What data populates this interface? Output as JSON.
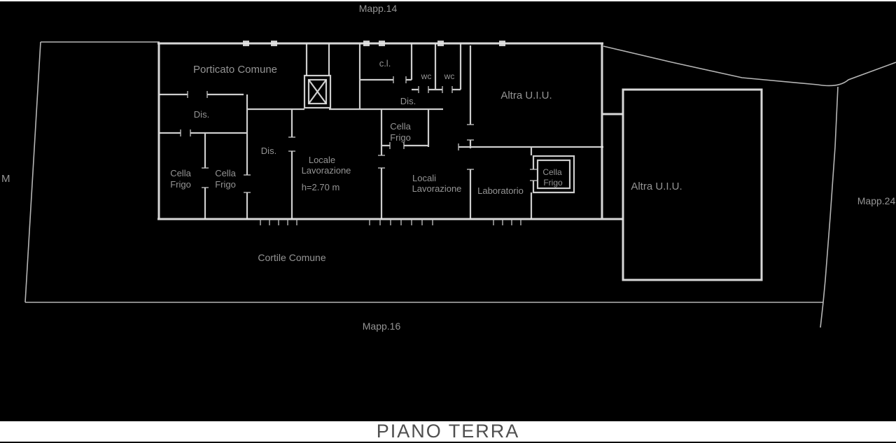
{
  "colors": {
    "background": "#000000",
    "wall_color": "#e3e3e3",
    "boundary_color": "#c9c9c9",
    "label_color": "#9d9d9d",
    "title_color": "#4f4f4f",
    "titlebar_bg": "#ffffff"
  },
  "title_bar": {
    "label": "PIANO TERRA"
  },
  "map_labels": {
    "top": "Mapp.14",
    "bottom": "Mapp.16",
    "right": "Mapp.24",
    "left_fragment": "M"
  },
  "rooms": {
    "porticato_comune": "Porticato Comune",
    "cl": "c.l.",
    "wc_left": "wc",
    "wc_right": "wc",
    "dis_porch": "Dis.",
    "dis_corridor": "Dis.",
    "dis_center": "Dis.",
    "cella_frigo_a_line1": "Cella",
    "cella_frigo_a_line2": "Frigo",
    "cella_frigo_b_line1": "Cella",
    "cella_frigo_b_line2": "Frigo",
    "cella_frigo_mid_line1": "Cella",
    "cella_frigo_mid_line2": "Frigo",
    "cella_frigo_box_line1": "Cella",
    "cella_frigo_box_line2": "Frigo",
    "locale_lavorazione_line1": "Locale",
    "locale_lavorazione_line2": "Lavorazione",
    "locale_lavorazione_height": "h=2.70 m",
    "locali_lavorazione_line1": "Locali",
    "locali_lavorazione_line2": "Lavorazione",
    "laboratorio": "Laboratorio",
    "altra_uiu_top": "Altra U.I.U.",
    "altra_uiu_right": "Altra U.I.U.",
    "cortile_comune": "Cortile Comune"
  }
}
